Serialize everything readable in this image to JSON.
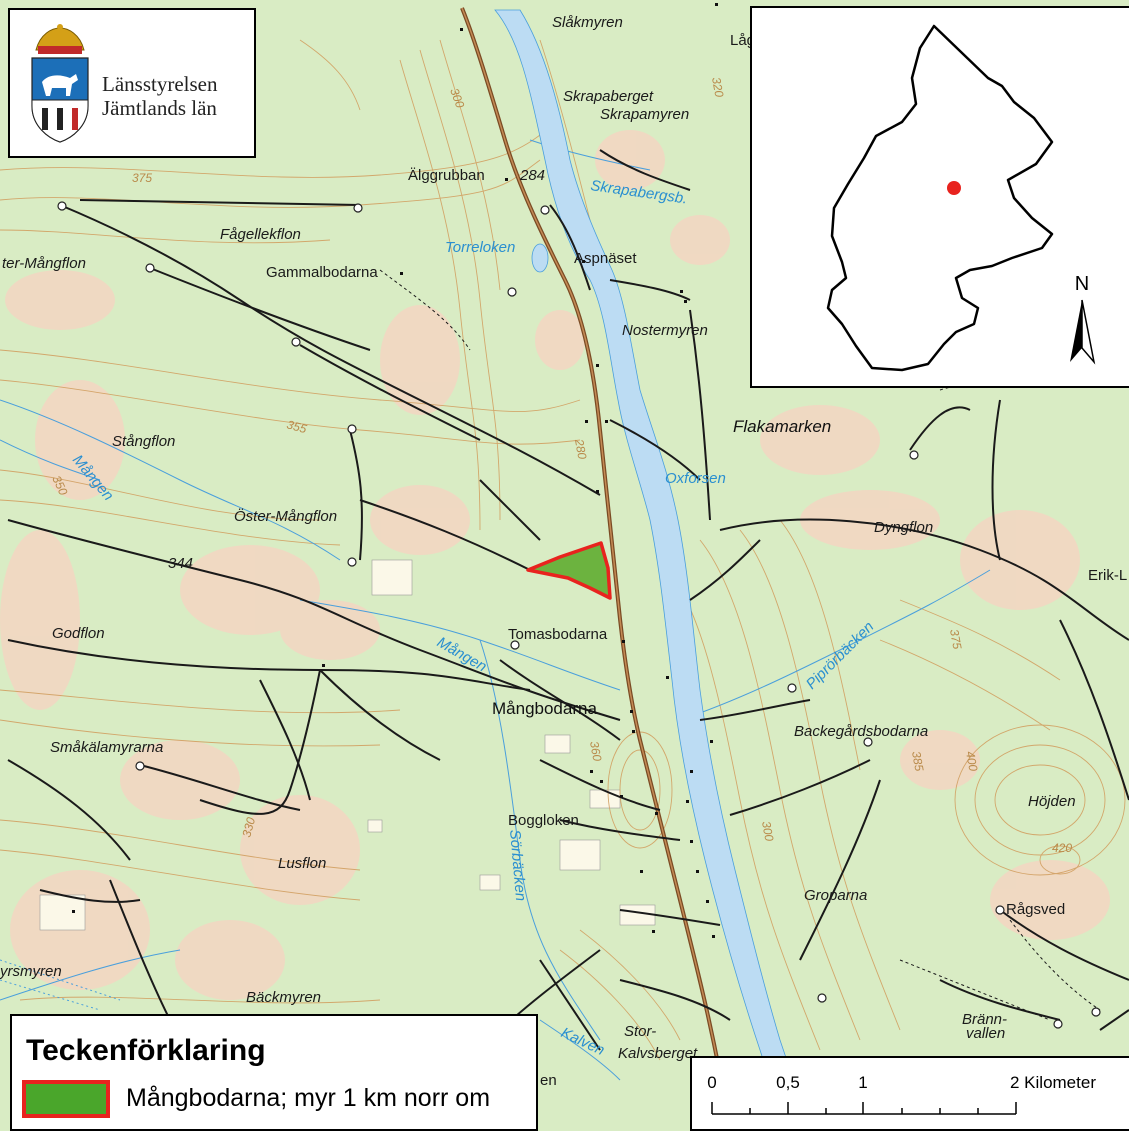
{
  "logo": {
    "line1": "Länsstyrelsen",
    "line2": "Jämtlands län",
    "emblem": "jamtland-coat-of-arms-icon"
  },
  "inset": {
    "north_label": "N",
    "marker_color": "#e8231e",
    "north_arrow_icon": "north-arrow-icon"
  },
  "legend": {
    "title": "Teckenförklaring",
    "items": [
      {
        "label": "Mångbodarna; myr 1 km norr om",
        "fill": "#4aa62b",
        "outline": "#e8231e"
      }
    ]
  },
  "scale": {
    "labels": [
      "0",
      "0,5",
      "1",
      "2 Kilometer"
    ]
  },
  "colors": {
    "forest": "#d9ecc4",
    "mire": "#f3d2c0",
    "water": "#bcdcf3",
    "contour": "#d2a062",
    "road": "#8b5a2b",
    "site_fill": "#6cb33f",
    "site_outline": "#e8231e"
  },
  "places": {
    "slakmyren": "Slåkmyren",
    "skrapaberget": "Skrapaberget",
    "skrapamyren": "Skrapamyren",
    "alggrubban": "Älggrubban",
    "n284": "284",
    "skrapabergsb": "Skrapabergsb.",
    "fagellekflon": "Fågellekflon",
    "torreloken": "Torreloken",
    "aspnaset": "Aspnäset",
    "ostermangflon_w": "ter-Mångflon",
    "gammalbodarna": "Gammalbodarna",
    "nostermyren": "Nostermyren",
    "flakamarken": "Flakamarken",
    "stangflon": "Stångflon",
    "mangan1": "Mången",
    "oxforsen": "Oxforsen",
    "oster_mangflon": "Öster-Mångflon",
    "dyngflon": "Dyngflon",
    "n344": "344",
    "erik": "Erik-L",
    "godflon": "Godflon",
    "tomasbodarna": "Tomasbodarna",
    "mangan2": "Mången",
    "piprorbacken": "Piprörbäcken",
    "mangbodarna": "Mångbodarna",
    "smakalamyrarna": "Småkälamyrarna",
    "backegardsbodarna": "Backegårdsbodarna",
    "hojden": "Höjden",
    "boggloken": "Boggloken",
    "lusflon": "Lusflon",
    "sorbacken": "Sörbäcken",
    "groparna": "Groparna",
    "ragsved": "Rågsved",
    "yrsmyren": "yrsmyren",
    "backmyren": "Bäckmyren",
    "stor": "Stor-",
    "kalvsberget": "Kalvsberget",
    "kalven": "Kalven",
    "branna": "Bränn-",
    "vallen": "vallen",
    "en": "en",
    "lag": "Låg",
    "n375": "375",
    "n300": "300",
    "n320": "320",
    "n355": "355",
    "n350": "350",
    "n280": "280",
    "n360": "360",
    "n330": "330",
    "n385": "385",
    "n400": "400",
    "n420": "420",
    "n375b": "375",
    "n300b": "300"
  }
}
